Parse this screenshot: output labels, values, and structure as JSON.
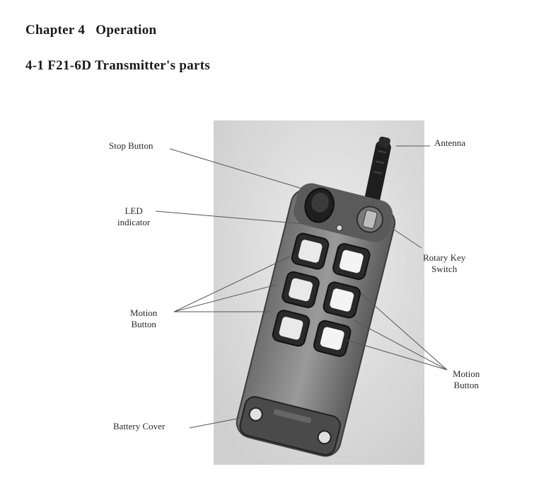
{
  "document": {
    "chapter_title": "Chapter 4   Operation",
    "section_title": "4-1 F21-6D Transmitter's parts"
  },
  "figure": {
    "labels": {
      "stop_button": "Stop Button",
      "antenna": "Antenna",
      "led_line1": "LED",
      "led_line2": "indicator",
      "rotary_line1": "Rotary Key",
      "rotary_line2": "Switch",
      "motion_left_line1": "Motion",
      "motion_left_line2": "Button",
      "motion_right_line1": "Motion",
      "motion_right_line2": "Button",
      "battery_cover": "Battery Cover"
    }
  },
  "colors": {
    "photo_background": "#dcdcdc",
    "device_body": "#8a8a8a",
    "button_face": "#f2f2f2",
    "leader_line": "#555555"
  }
}
